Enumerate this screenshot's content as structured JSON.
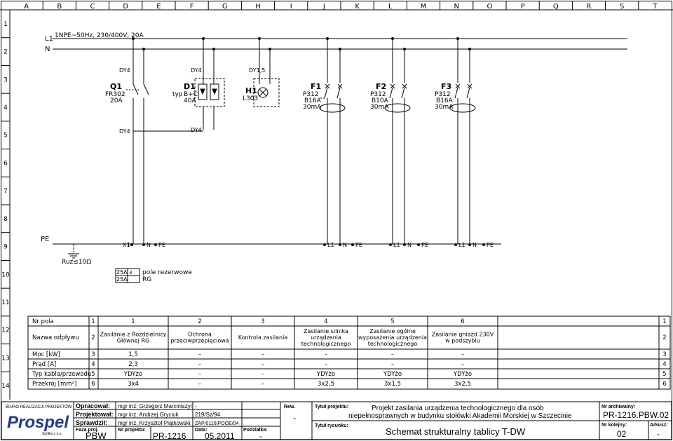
{
  "grid": {
    "columns": [
      "A",
      "B",
      "C",
      "D",
      "E",
      "F",
      "G",
      "H",
      "I",
      "J",
      "K",
      "L",
      "M",
      "N",
      "O",
      "P",
      "Q",
      "R",
      "S",
      "T"
    ],
    "rows": [
      "1",
      "2",
      "3",
      "4",
      "5",
      "6",
      "7",
      "8",
      "9",
      "10",
      "11",
      "12",
      "13",
      "14"
    ]
  },
  "bus": {
    "l1": "L1",
    "n": "N",
    "supply": "1NPE~50Hz, 230/400V, 20A"
  },
  "components": {
    "q1": {
      "name": "Q1",
      "type": "FR302",
      "rating": "20A",
      "tag": "DY4"
    },
    "d1": {
      "name": "D1",
      "prefix": "typ",
      "type": "B+C",
      "rating": "40A",
      "tag": "DY4"
    },
    "h1": {
      "name": "H1",
      "type": "L303",
      "tag": "DY1,5"
    },
    "f1": {
      "name": "F1",
      "type": "P312",
      "rating": "B16A",
      "idn": "30mA"
    },
    "f2": {
      "name": "F2",
      "type": "P312",
      "rating": "B10A",
      "idn": "30mA"
    },
    "f3": {
      "name": "F3",
      "type": "P312",
      "rating": "B16A",
      "idn": "30mA"
    },
    "lower_tag1": "DY4",
    "lower_tag2": "DY4"
  },
  "terminals": {
    "pe": "PE",
    "ground": "Ruz≤10Ω",
    "x1": "X1",
    "one": "1",
    "n": "N",
    "l1": "L1",
    "reserve_a1": "25A",
    "reserve_a2": "25A",
    "reserve_num": "3",
    "reserve_text1": "pole rezerwowe",
    "reserve_text2": "RG"
  },
  "table": {
    "row_labels": [
      "Nr pola",
      "Nazwa odpływu",
      "Moc [kW]",
      "Prąd [A]",
      "Typ kabla/przewodu",
      "Przekrój [mm²]"
    ],
    "row_numbers": [
      "1",
      "2",
      "3",
      "4",
      "5",
      "6"
    ],
    "fields": [
      "1",
      "2",
      "3",
      "4",
      "5",
      "6"
    ],
    "names": [
      [
        "Zasilanie z Rozdzielnicy",
        "Głównej RG"
      ],
      [
        "Ochrona",
        "przeciwprzepięciowa"
      ],
      [
        "Kontrola zasilania"
      ],
      [
        "Zasilanie silnika",
        "urządzenia",
        "technologicznego"
      ],
      [
        "Zasilanie ogólne",
        "wyposażenia urządzenia",
        "technologicznego"
      ],
      [
        "Zasilanie gniazd 230V",
        "w podszybiu"
      ]
    ],
    "power": [
      "1,5",
      "–",
      "–",
      "–",
      "–",
      "–"
    ],
    "current": [
      "2,3",
      "–",
      "–",
      "–",
      "–",
      "–"
    ],
    "cable": [
      "YDYżo",
      "–",
      "–",
      "YDYżo",
      "YDYżo",
      "YDYżo"
    ],
    "section": [
      "3x4",
      "–",
      "–",
      "3x2,5",
      "3x1,5",
      "3x2,5"
    ]
  },
  "title_block": {
    "office": "BIURO REALIZACJI PROJEKTÓW",
    "logo": "Prospel",
    "company": "Spółka z o.o.",
    "opracowal_label": "Opracował:",
    "opracowal": "mgr inż. Grzegorz Marciniszyn",
    "opracowal_dash": "-",
    "projektowal_label": "Projektował:",
    "projektowal": "mgr inż. Andrzej Gryciuk",
    "projektowal_no": "219/Sz/94",
    "sprawdzil_label": "Sprawdził:",
    "sprawdzil": "mgr inż. Krzysztof Piątkowski",
    "sprawdzil_no": "ZAP/0116/POOE/04",
    "faza_label": "Faza proj.",
    "faza": "PBW",
    "nr_proj_label": "Nr projektu:",
    "nr_proj": "PR-1216",
    "data_label": "Data:",
    "data": "05.2011",
    "podzialka_label": "Podziałka:",
    "podzialka": "-",
    "rew_label": "Rew.",
    "rew": "-",
    "tytul_proj_label": "Tytuł projektu:",
    "tytul_proj_1": "Projekt zasilania urządzenia technologicznego dla osób",
    "tytul_proj_2": "niepełnosprawnych w budynku stołówki Akademii Morskiej w Szczecinie",
    "tytul_rys_label": "Tytuł rysunku:",
    "tytul_rys": "Schemat strukturalny tablicy T-DW",
    "archiwalny_label": "Nr archiwalny:",
    "archiwalny": "PR-1216.PBW.02",
    "kolejny_label": "Nr kolejny:",
    "kolejny": "02",
    "arkusz_label": "Arkusz:",
    "arkusz": "-"
  }
}
